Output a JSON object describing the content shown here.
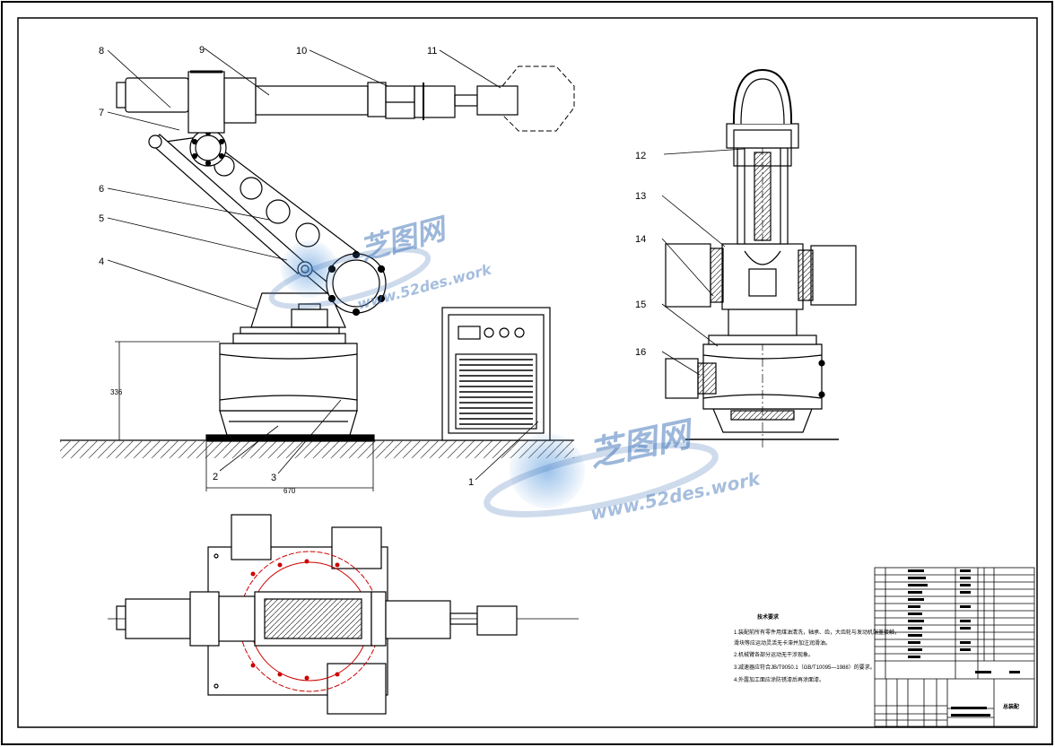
{
  "callouts": [
    "1",
    "2",
    "3",
    "4",
    "5",
    "6",
    "7",
    "8",
    "9",
    "10",
    "11",
    "12",
    "13",
    "14",
    "15",
    "16"
  ],
  "dimensions": {
    "height_label": "336",
    "width_label": "670"
  },
  "watermark": {
    "brand": "芝图网",
    "url": "www.52des.work"
  },
  "notes": {
    "heading": "技术要求",
    "lines": [
      "1.装配前所有零件用煤油清洗，轴承、齿，大齿轮与发动机端盖接触，",
      "滑块等应运动灵活无卡滞并加注润滑油。",
      "2.机械臂各部分运动无干涉现象。",
      "3.减速器应符合JB/T9050.1（GB/T10095—1988）的要求。",
      "4.外露加工面应涂防锈漆后再涂面漆。"
    ]
  },
  "title_block": {
    "drawing_title": "总装配"
  },
  "colors": {
    "line": "#000000",
    "hatch": "#666666",
    "red": "#cc0000",
    "watermark": "#3a6fb5"
  }
}
